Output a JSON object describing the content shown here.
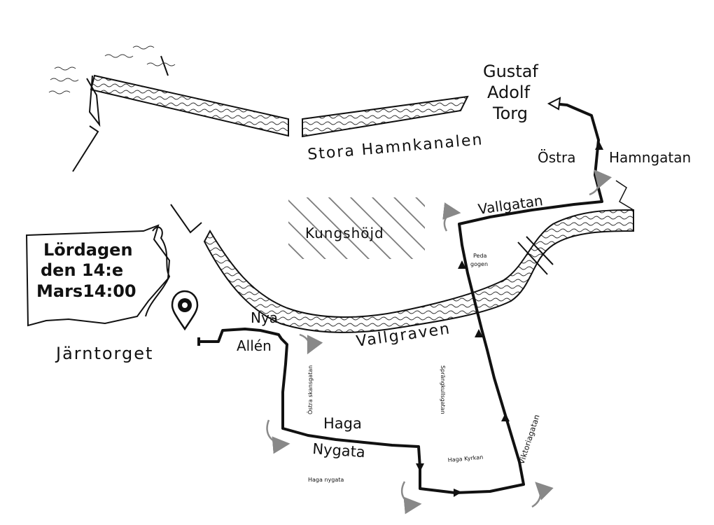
{
  "event": {
    "line1": "Lördagen",
    "line2": "den 14:e",
    "line3": "Mars14:00"
  },
  "places": {
    "start": "Järntorget",
    "destination_line1": "Gustaf",
    "destination_line2": "Adolf",
    "destination_line3": "Torg",
    "district": "Kungshöjd",
    "church": "Haga Kyrkan",
    "pedagogen_line1": "Peda",
    "pedagogen_line2": "gogen"
  },
  "streets": {
    "nya": "Nya",
    "allen": "Allén",
    "haga": "Haga",
    "nygata": "Nygata",
    "ostra_skansgatan": "Östra skansgatan",
    "sprangkullsgatan": "Sprängkullsgatan",
    "haga_nygata_small": "Haga nygata",
    "viktoriagatan": "Viktoriagatan",
    "vallgatan": "Vallgatan",
    "ostra": "Östra",
    "hamngatan": "Hamngatan"
  },
  "waterways": {
    "canal": "Stora Hamnkanalen",
    "moat": "Vallgraven"
  },
  "icons": {
    "start_marker": "map-pin-icon",
    "direction": "arrowhead-icon",
    "turn": "turn-arrow-icon"
  },
  "colors": {
    "ink": "#111111",
    "turn_arrows": "#8a8a8a",
    "background": "#ffffff"
  }
}
